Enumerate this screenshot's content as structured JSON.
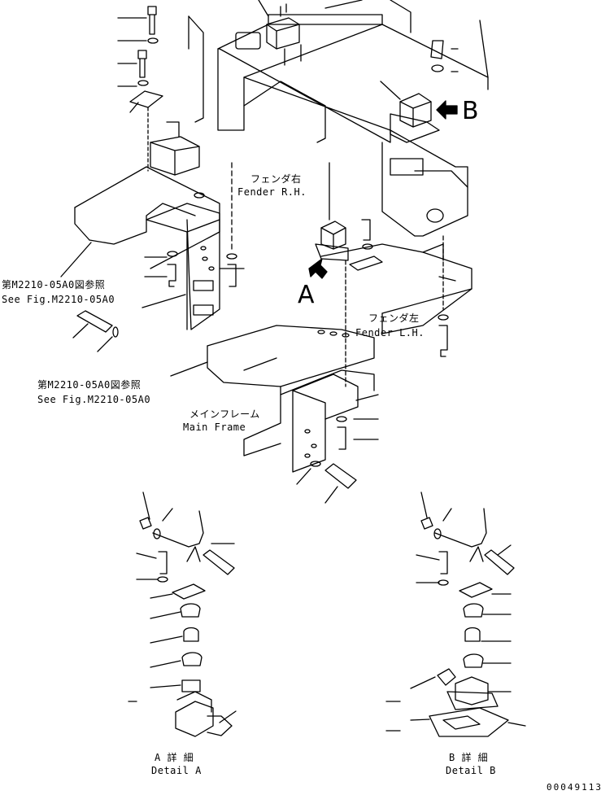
{
  "labels": {
    "fender_rh_jp": "フェンダ右",
    "fender_rh_en": "Fender R.H.",
    "fender_lh_jp": "フェンダ左",
    "fender_lh_en": "Fender L.H.",
    "main_frame_jp": "メインフレーム",
    "main_frame_en": "Main Frame",
    "ref1_jp": "第M2210-05A0図参照",
    "ref1_en": "See Fig.M2210-05A0",
    "ref2_jp": "第M2210-05A0図参照",
    "ref2_en": "See Fig.M2210-05A0",
    "arrow_a": "A",
    "arrow_b": "B",
    "detail_a_jp": "A 詳 細",
    "detail_a_en": "Detail A",
    "detail_b_jp": "B 詳 細",
    "detail_b_en": "Detail B",
    "figure_number": "00049113"
  }
}
